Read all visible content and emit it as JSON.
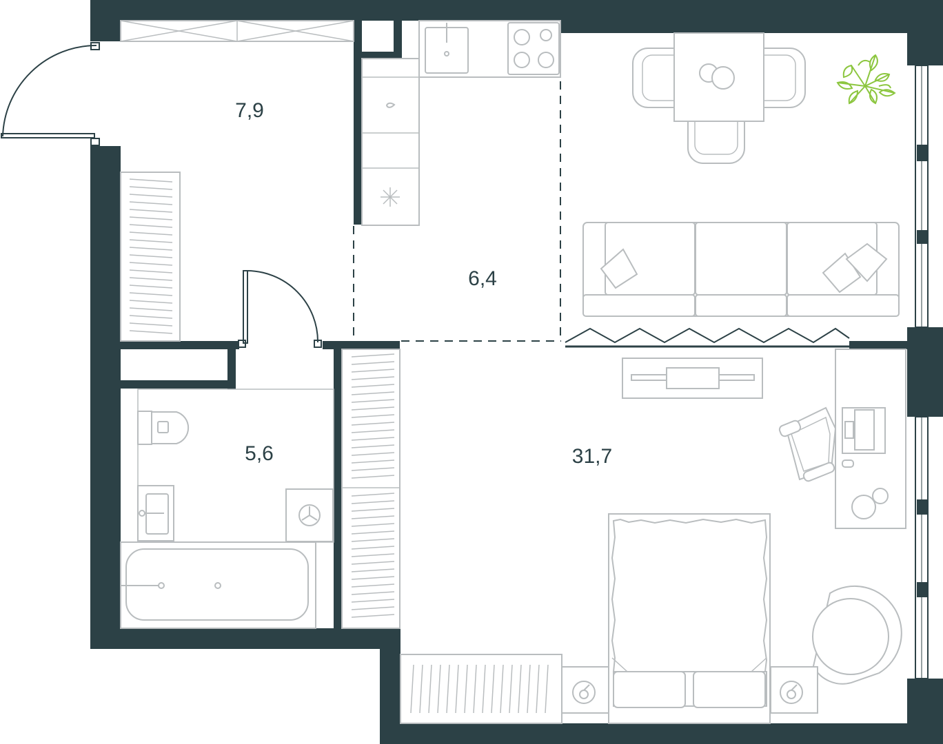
{
  "rooms": [
    {
      "id": "hall",
      "area": "7,9"
    },
    {
      "id": "kitchen",
      "area": "6,4"
    },
    {
      "id": "bathroom",
      "area": "5,6"
    },
    {
      "id": "living",
      "area": "31,7"
    }
  ],
  "colors": {
    "wall": "#2c4146",
    "furniture": "#b9bdbf",
    "plant": "#8cc63f"
  }
}
